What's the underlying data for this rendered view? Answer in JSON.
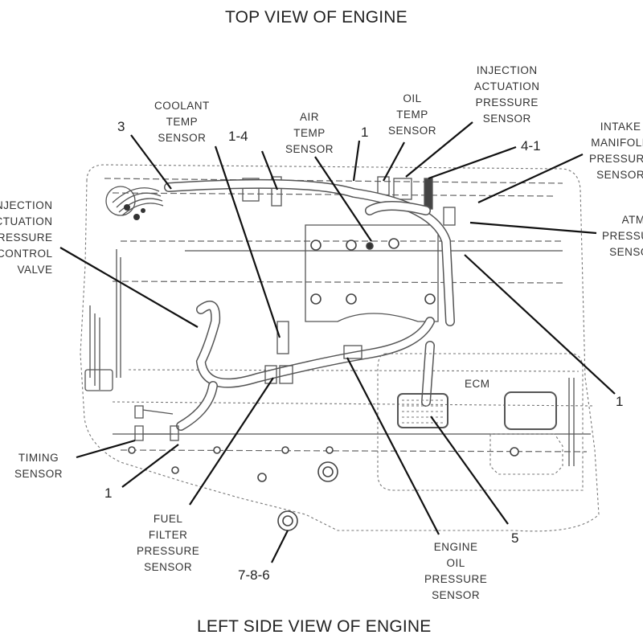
{
  "titles": {
    "top": "TOP VIEW OF ENGINE",
    "bottom": "LEFT SIDE VIEW OF ENGINE"
  },
  "labels": {
    "coolant_temp_sensor": "COOLANT\nTEMP\nSENSOR",
    "air_temp_sensor": "AIR\nTEMP\nSENSOR",
    "oil_temp_sensor": "OIL\nTEMP\nSENSOR",
    "injection_actuation_pressure_sensor": "INJECTION\nACTUATION\nPRESSURE\nSENSOR",
    "intake_manifold_pressure_sensor": "INTAKE\nMANIFOLD\nPRESSURE\nSENSOR",
    "atm_pressure_sensor": "ATM\nPRESSURE\nSENSOR",
    "injection_actuation_pressure_control_valve": "INJECTION\nACTUATION\nPRESSURE\nCONTROL\nVALVE",
    "timing_sensor": "TIMING\nSENSOR",
    "fuel_filter_pressure_sensor": "FUEL\nFILTER\nPRESSURE\nSENSOR",
    "engine_oil_pressure_sensor": "ENGINE\nOIL\nPRESSURE\nSENSOR",
    "ecm": "ECM"
  },
  "callouts": {
    "c3": "3",
    "c1_4": "1-4",
    "c1_top": "1",
    "c4_1": "4-1",
    "c1_right": "1",
    "c1_left": "1",
    "c7_8_6": "7-8-6",
    "c5": "5"
  }
}
